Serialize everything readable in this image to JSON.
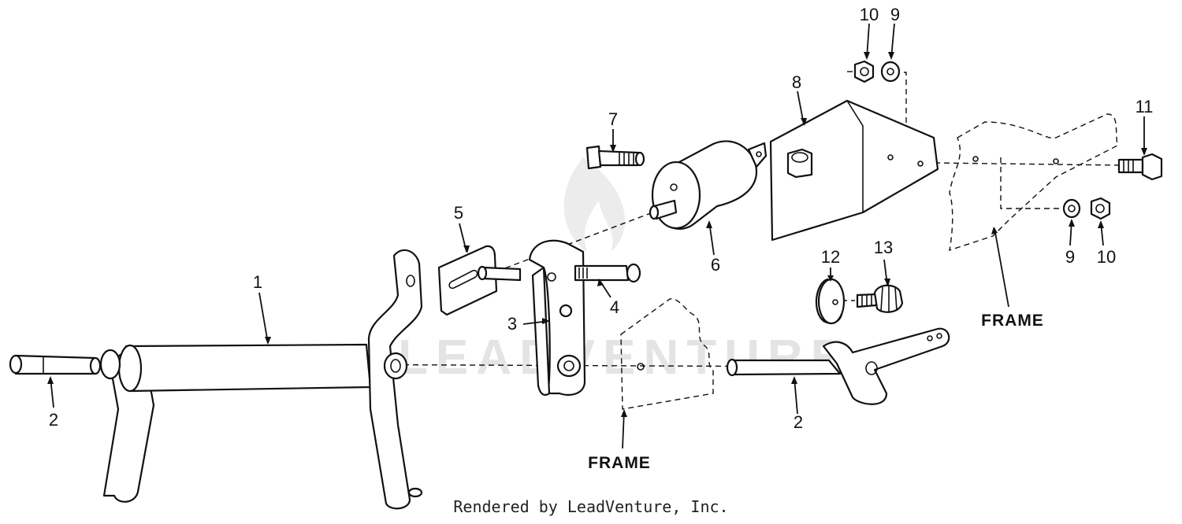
{
  "callouts": {
    "c1": "1",
    "c2a": "2",
    "c2b": "2",
    "c3": "3",
    "c4": "4",
    "c5": "5",
    "c6": "6",
    "c7": "7",
    "c8": "8",
    "c9a": "9",
    "c9b": "9",
    "c10a": "10",
    "c10b": "10",
    "c11": "11",
    "c12": "12",
    "c13": "13"
  },
  "frame_labels": {
    "left": "FRAME",
    "right": "FRAME"
  },
  "watermark": {
    "text": "LEADVENTURE"
  },
  "credit": {
    "text": "Rendered by LeadVenture, Inc."
  },
  "colors": {
    "line": "#111111",
    "watermark": "#e4e4e4",
    "background": "#ffffff"
  }
}
